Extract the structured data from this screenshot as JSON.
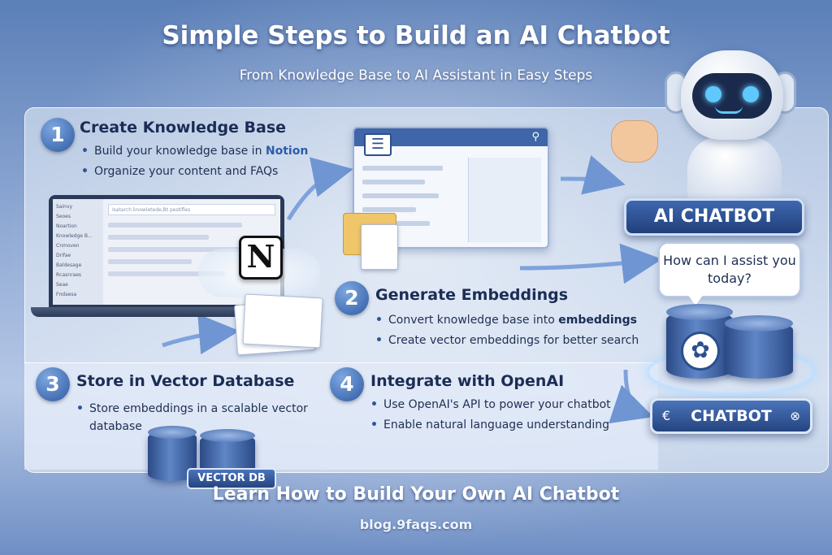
{
  "header": {
    "title": "Simple Steps to Build an AI Chatbot",
    "subtitle": "From Knowledge Base to AI Assistant in Easy Steps"
  },
  "steps": [
    {
      "number": "1",
      "title": "Create Knowledge Base",
      "bullets": [
        {
          "text": "Build your knowledge base in ",
          "highlight": "Notion"
        },
        {
          "text": "Organize your content and FAQs",
          "highlight": ""
        }
      ]
    },
    {
      "number": "2",
      "title": "Generate Embeddings",
      "bullets": [
        {
          "text": "Convert knowledge base into ",
          "highlight": "embeddings"
        },
        {
          "text": "Create vector embeddings for better search",
          "highlight": ""
        }
      ]
    },
    {
      "number": "3",
      "title": "Store in Vector Database",
      "bullets": [
        {
          "text": "Store embeddings in a scalable vector database",
          "highlight": ""
        }
      ]
    },
    {
      "number": "4",
      "title": "Integrate with OpenAI",
      "bullets": [
        {
          "text": "Use OpenAI's API to power your chatbot",
          "highlight": ""
        },
        {
          "text": "Enable natural language understanding",
          "highlight": ""
        }
      ]
    }
  ],
  "laptop": {
    "sidebar_items": [
      "Sainvy",
      "Seoes",
      "Noartion",
      "Knowledge B...",
      "Cnmoven",
      "Drifae",
      "Baldesage",
      "Rcasnraes",
      "Seae",
      "Fndaesa"
    ],
    "search_placeholder": "Isatarch knowletede,Bt pestifles"
  },
  "notion_logo": "N",
  "robot": {
    "badge": "AI CHATBOT",
    "speech": "How can I assist you today?"
  },
  "chatbot_button": {
    "label": "CHATBOT",
    "left_glyph": "€",
    "right_glyph": "⊗"
  },
  "vector_db_label": "VECTOR DB",
  "footer": {
    "title": "Learn How to Build Your Own AI Chatbot",
    "url": "blog.9faqs.com"
  },
  "colors": {
    "accent": "#2c5ca8",
    "dark_text": "#1b2d55",
    "badge": "#2f5597"
  }
}
